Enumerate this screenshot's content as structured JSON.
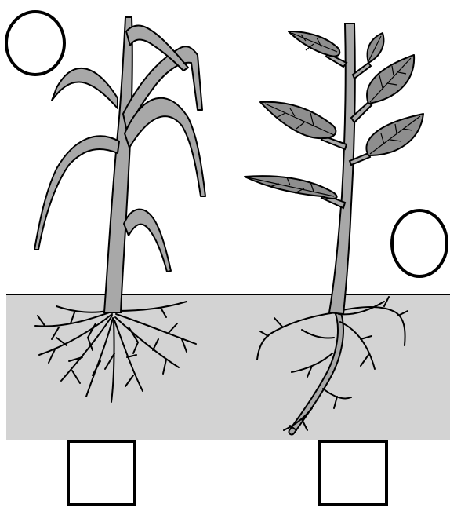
{
  "figure": {
    "colors": {
      "background": "#ffffff",
      "soil": "#d3d3d3",
      "plant_fill": "#a8a8a8",
      "leaf_fill": "#8e8e8e",
      "outline": "#000000"
    },
    "plants": [
      {
        "kind": "monocot",
        "root_system": "fibrous"
      },
      {
        "kind": "dicot",
        "root_system": "taproot"
      }
    ],
    "answer_marks": {
      "circles": [
        "",
        ""
      ],
      "boxes": [
        "",
        ""
      ]
    }
  }
}
